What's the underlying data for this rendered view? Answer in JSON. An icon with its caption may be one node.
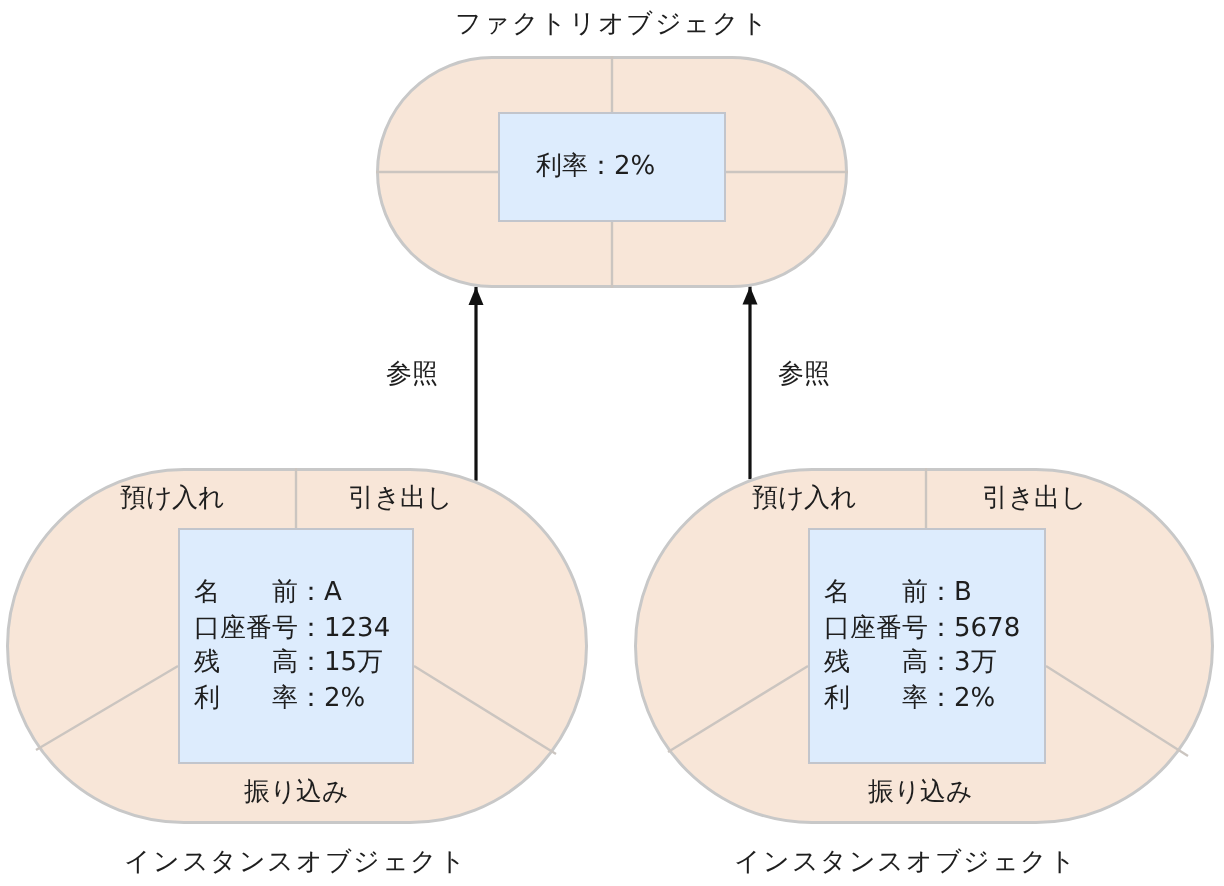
{
  "diagram": {
    "nodes": [
      {
        "text": [
          "ファクトリオブジェクト"
        ]
      },
      {
        "text": [
          "利率：2%"
        ],
        "in": 0
      },
      {
        "text": [
          "預け入れ",
          "引き出し",
          "振り込み",
          "インスタンスオブジェクト"
        ]
      },
      {
        "text": [
          "名　　前：A",
          "口座番号：1234",
          "残　　高：15万",
          "利　　率：2%"
        ],
        "in": 2
      },
      {
        "text": [
          "預け入れ",
          "引き出し",
          "振り込み",
          "インスタンスオブジェクト"
        ]
      },
      {
        "text": [
          "名　　前：B",
          "口座番号：5678",
          "残　　高：3万",
          "利　　率：2%"
        ],
        "in": 4
      }
    ],
    "edges": [
      {
        "from": 2,
        "to": 0,
        "arrow": "to",
        "label": "参照"
      },
      {
        "from": 4,
        "to": 0,
        "arrow": "to",
        "label": "参照"
      }
    ]
  }
}
